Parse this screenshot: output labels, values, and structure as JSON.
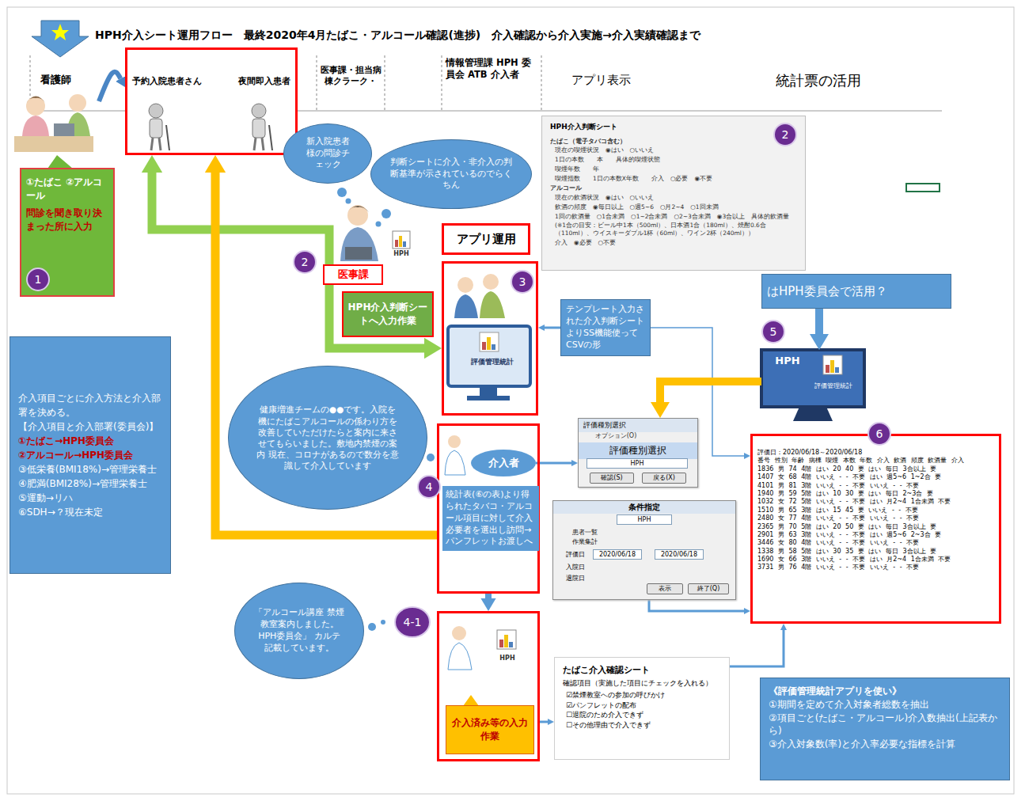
{
  "diagram": {
    "title": "HPH介入シート運用フロー　最終2020年4月たばこ・アルコール確認(進捗)　介入確認から介入実施→介入実績確認まで",
    "nodes": [
      {
        "text": [
          "看護師"
        ]
      },
      {
        "text": [
          "予約入院患者さん",
          "夜間即入患者"
        ]
      },
      {
        "text": [
          "①たばこ ②アルコール",
          "問診を聞き取り決まった所に入力"
        ]
      },
      {
        "text": [
          "1"
        ],
        "in": 2
      },
      {
        "text": [
          "新入院患者様の問診チェック"
        ]
      },
      {
        "text": [
          "判断シートに介入・非介入の判断基準が示されているのでらくちん"
        ]
      },
      {
        "text": [
          "医事課"
        ]
      },
      {
        "text": [
          "2"
        ]
      },
      {
        "text": [
          "HPH介入判断シートへ入力作業"
        ]
      },
      {
        "text": [
          "アプリ運用"
        ]
      },
      {
        "text": [
          "評価管理統計"
        ]
      },
      {
        "text": [
          "3"
        ],
        "in": 10
      },
      {
        "text": [
          "テンプレート入力された介入判断シートよりSS機能使って CSVの形"
        ]
      },
      {
        "text": [
          "HPH介入判断シート",
          "たばこ（電子タバコ含む）",
          "現在の喫煙状況　◉はい　○いいえ",
          "1日の本数　　本　　具体的喫煙状態",
          "喫煙年数　　年",
          "喫煙指数　　1日の本数X年数　　介入　○必要　◉不要",
          "アルコール",
          "現在の飲酒状況　◉はい　○いいえ",
          "飲酒の頻度　◉毎日以上　○週5~6　○月2~4　○1回未満",
          "1回の飲酒量　○1合未満　○1~2合未満　○2~3合未満　◉3合以上　具体的飲酒量",
          "(※1合の目安：ビール中1本（500ml）、日本酒1合（180ml）、焼酎0.6合（110ml）、ウイスキーダブル1杯（60ml）、ワイン2杯（240ml））",
          "介入　◉必要　○不要"
        ]
      },
      {
        "text": [
          "2"
        ],
        "in": 13
      },
      {
        "text": [
          "はHPH委員会で活用？"
        ]
      },
      {
        "text": [
          "5"
        ]
      },
      {
        "text": [
          "HPH",
          "評価管理統計"
        ]
      },
      {
        "text": [
          "介入項目ごとに介入方法と介入部署を決める。",
          "【介入項目と介入部署(委員会)】",
          "①たばこ→HPH委員会",
          "②アルコール→HPH委員会",
          "③低栄養(BMI18%)→管理栄養士",
          "④肥満(BMI28%)→管理栄養士",
          "⑤運動→リハ",
          "⑥SDH→？現在未定"
        ]
      },
      {
        "text": [
          "健康増進チームの●●です。入院を機にたばこアルコールの係わり方を改善していただけたらと案内に来させてもらいました。敷地内禁煙の案内 現在、コロナがあるので数分を意識して介入しています"
        ]
      },
      {
        "text": [
          "統計表(⑥の表)より得られたタバコ・アルコール項目に対して介入必要者を選出し訪問→パンフレットお渡しへ"
        ]
      },
      {
        "text": [
          "介入者"
        ],
        "in": 20
      },
      {
        "text": [
          "4"
        ],
        "in": 20
      },
      {
        "text": [
          "評価種別選択",
          "オプション(O)",
          "評価種別選択",
          "HPH",
          "確認(S)",
          "戻る(X)"
        ]
      },
      {
        "text": [
          "条件指定",
          "HPH",
          "患者一覧",
          "作業集計",
          "評価日",
          "2020/06/18",
          "2020/06/18",
          "入院日",
          "退院日",
          "表示",
          "終了(Q)"
        ]
      },
      {
        "text": [
          "「アルコール講座 禁煙教室案内しました。 HPH委員会」 カルテ記載しています。"
        ]
      },
      {
        "text": [
          "4-1"
        ]
      },
      {
        "text": [
          "HPH"
        ]
      },
      {
        "text": [
          "介入済み等の入力作業"
        ],
        "in": 27
      },
      {
        "text": [
          "たばこ介入確認シート",
          "確認項目（実施した項目にチェックを入れる）",
          "☑禁煙教室への参加の呼びかけ",
          "☑パンフレットの配布",
          "☐退院のため介入できず",
          "☐その他理由で介入できず"
        ]
      },
      {
        "text": [
          "評価日：2020/06/18～2020/06/18",
          "番号 性別 年齢 病棟 喫煙 本数 年数 介入 飲酒 頻度 飲酒量 介入",
          "1836 男 74 4階 はい 20 40 要 はい 毎日 3合以上 要",
          "1407 女 68 4階 いいえ - - 不要 はい 週5~6 1~2合 要",
          "4101 男 81 3階 いいえ - - 不要 いいえ - - 不要",
          "1940 男 59 5階 はい 10 30 要 はい 毎日 2~3合 要",
          "1032 女 72 5階 いいえ - - 不要 はい 月2~4 1合未満 不要",
          "1510 男 65 3階 はい 15 45 要 いいえ - - 不要",
          "2480 女 77 4階 いいえ - - 不要 いいえ - - 不要",
          "2365 男 70 5階 はい 20 50 要 はい 毎日 3合以上 要",
          "2901 男 63 3階 いいえ - - 不要 はい 週5~6 2~3合 要",
          "3446 女 80 4階 いいえ - - 不要 いいえ - - 不要",
          "1338 男 58 5階 はい 30 35 要 はい 毎日 3合以上 要",
          "1690 女 66 3階 いいえ - - 不要 はい 月2~4 1合未満 不要",
          "3731 男 76 4階 いいえ - - 不要 いいえ - - 不要"
        ]
      },
      {
        "text": [
          "6"
        ],
        "in": 30
      },
      {
        "text": [
          "《評価管理統計アプリを使い》",
          "①期間を定めて介入対象者総数を抽出",
          "②項目ごと(たばこ・アルコール)介入数抽出(上記表から)",
          "③介入対象数(率)と介入率必要な指標を計算"
        ]
      }
    ],
    "edges": [
      {
        "from": 0,
        "to": 1,
        "arrow": "to"
      },
      {
        "from": 6,
        "to": 1,
        "arrow": "to"
      },
      {
        "from": 6,
        "to": 10,
        "arrow": "to"
      },
      {
        "from": 20,
        "to": 1,
        "arrow": "to"
      },
      {
        "from": 12,
        "to": 10,
        "arrow": "to"
      },
      {
        "from": 12,
        "to": 30,
        "arrow": "to"
      },
      {
        "from": 15,
        "to": 17,
        "arrow": "to"
      },
      {
        "from": 17,
        "to": 23,
        "arrow": "to"
      },
      {
        "from": 21,
        "to": 23,
        "arrow": "to"
      },
      {
        "from": 20,
        "to": 27,
        "arrow": "to"
      },
      {
        "from": 24,
        "to": 30,
        "arrow": "to"
      },
      {
        "from": 29,
        "to": 30,
        "arrow": "to"
      },
      {
        "from": 27,
        "to": 29,
        "arrow": "to"
      }
    ],
    "labels": [
      "医事課・担当病棟クラーク・",
      "情報管理課 HPH 委員会 ATB 介入者",
      "アプリ表示",
      "統計票の活用",
      "HPH"
    ]
  }
}
